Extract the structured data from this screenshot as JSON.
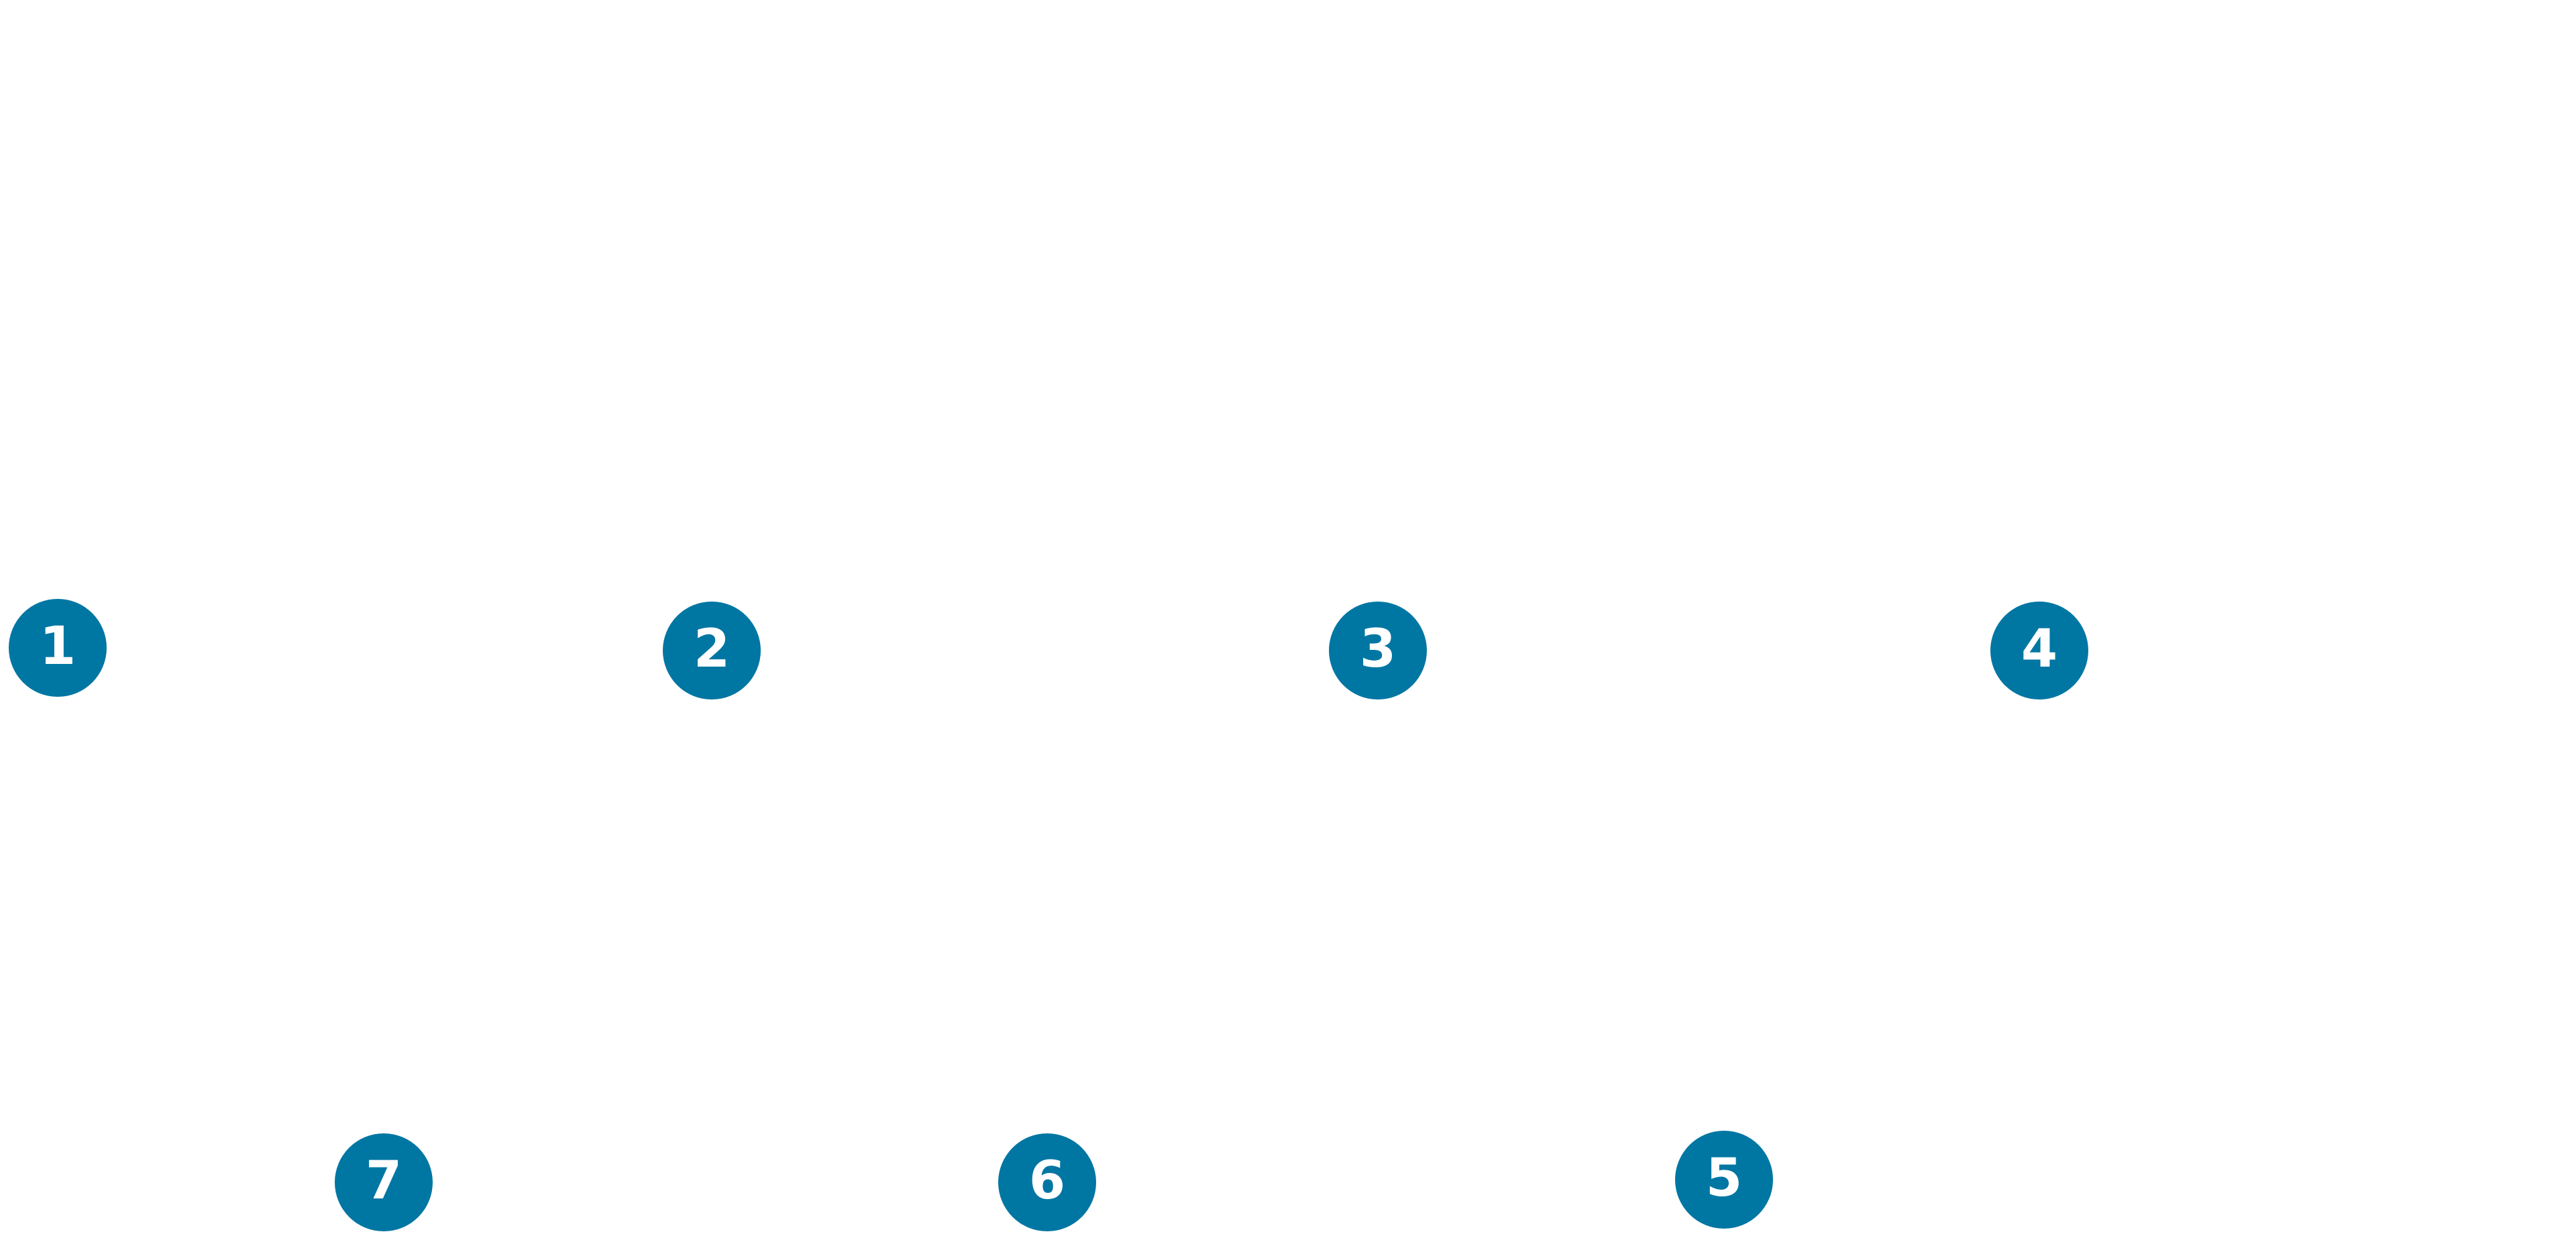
{
  "markers": {
    "m1": "1",
    "m2": "2",
    "m3": "3",
    "m4": "4",
    "m5": "5",
    "m6": "6",
    "m7": "7"
  },
  "colors": {
    "marker_fill": "#0076a3",
    "marker_text": "#ffffff",
    "background": "#ffffff"
  }
}
